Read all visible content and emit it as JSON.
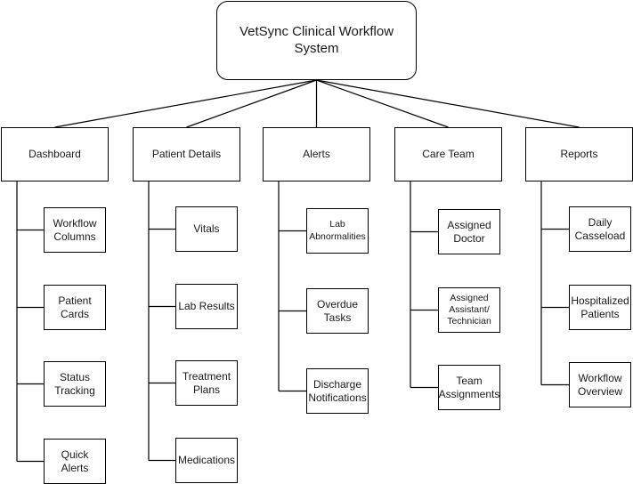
{
  "diagram": {
    "root": {
      "label": "VetSync Clinical Workflow System"
    },
    "categories": [
      {
        "id": "dashboard",
        "label": "Dashboard",
        "children": [
          "Workflow Columns",
          "Patient Cards",
          "Status Tracking",
          "Quick Alerts"
        ]
      },
      {
        "id": "patient-details",
        "label": "Patient Details",
        "children": [
          "Vitals",
          "Lab Results",
          "Treatment Plans",
          "Medications"
        ]
      },
      {
        "id": "alerts",
        "label": "Alerts",
        "children": [
          "Lab Abnormalities",
          "Overdue Tasks",
          "Discharge Notifications"
        ]
      },
      {
        "id": "care-team",
        "label": "Care Team",
        "children": [
          "Assigned Doctor",
          "Assigned Assistant/ Technician",
          "Team Assignments"
        ]
      },
      {
        "id": "reports",
        "label": "Reports",
        "children": [
          "Daily Casseload",
          "Hospitalized Patients",
          "Workflow Overview"
        ]
      }
    ]
  }
}
